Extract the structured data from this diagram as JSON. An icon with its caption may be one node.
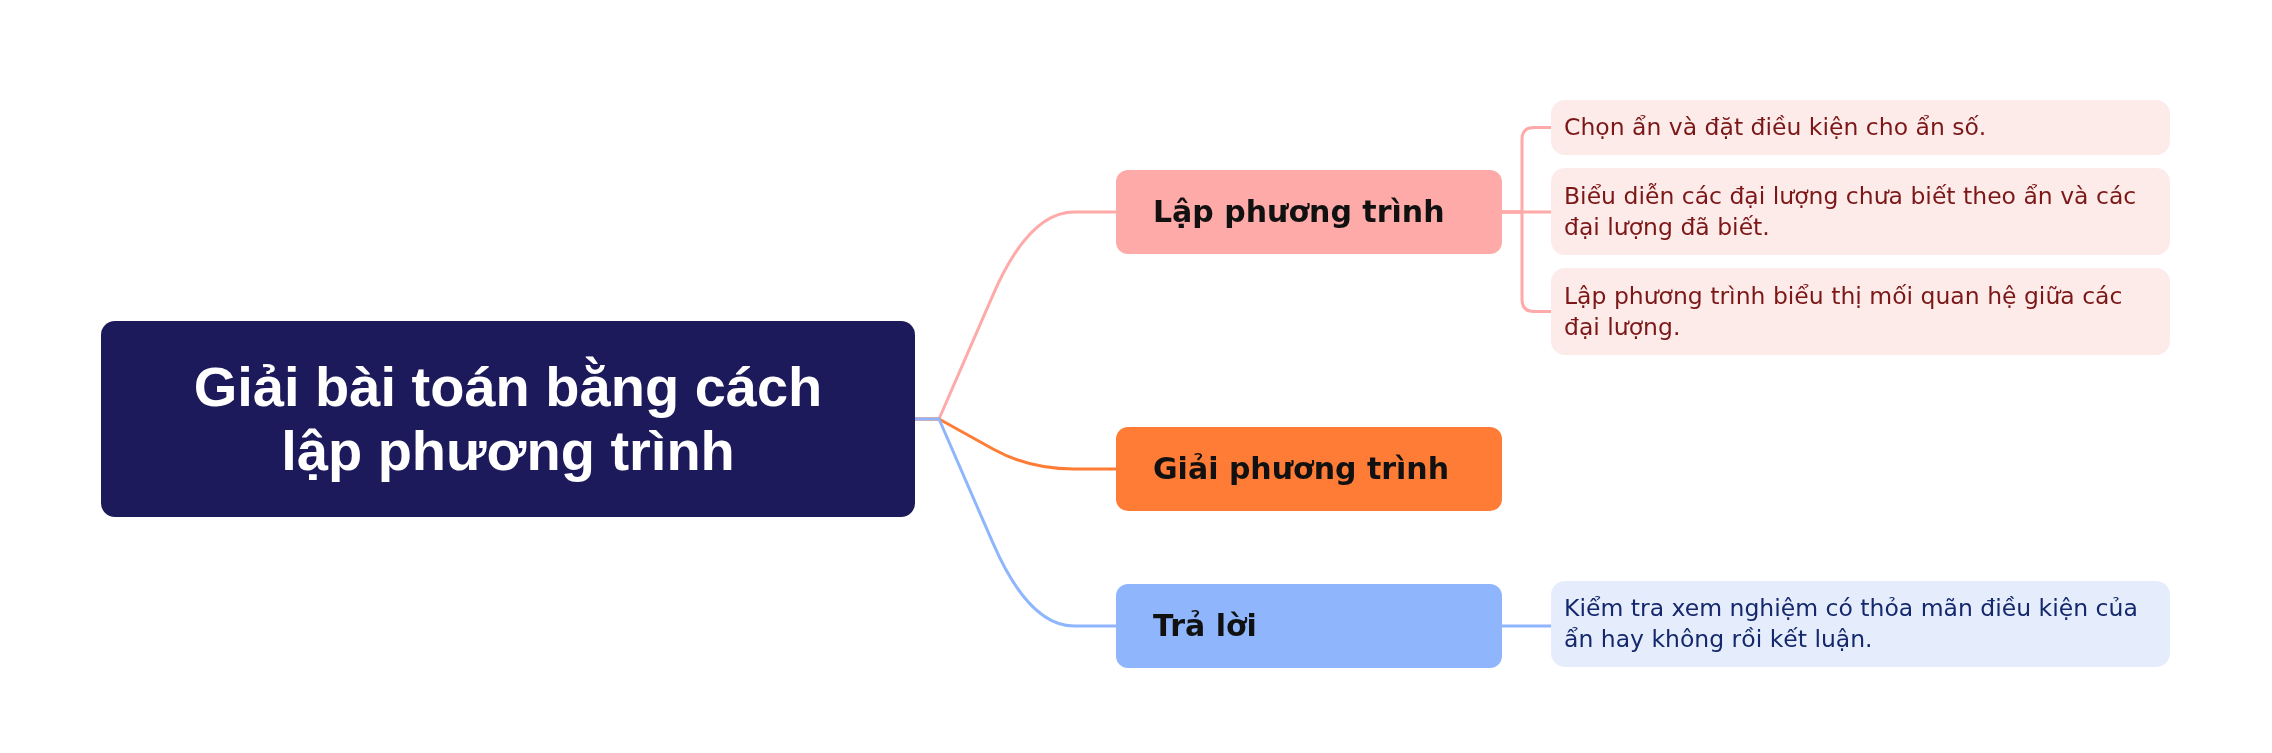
{
  "diagram": {
    "nodes": [
      {
        "text": [
          "Giải bài toán bằng cách lập phương trình"
        ]
      },
      {
        "text": [
          "Lập phương trình"
        ]
      },
      {
        "text": [
          "Chọn ẩn và đặt điều kiện cho ẩn số."
        ]
      },
      {
        "text": [
          "Biểu diễn các đại lượng chưa biết theo ẩn và các đại lượng đã biết."
        ]
      },
      {
        "text": [
          "Lập phương trình biểu thị mối quan hệ giữa các đại lượng."
        ]
      },
      {
        "text": [
          "Giải phương trình"
        ]
      },
      {
        "text": [
          "Trả lời"
        ]
      },
      {
        "text": [
          "Kiểm tra xem nghiệm có thỏa mãn điều kiện của ẩn hay không rồi kết luận."
        ]
      }
    ],
    "edges": [
      {
        "from": 0,
        "to": 1,
        "arrow": "none"
      },
      {
        "from": 1,
        "to": 2,
        "arrow": "none"
      },
      {
        "from": 1,
        "to": 3,
        "arrow": "none"
      },
      {
        "from": 1,
        "to": 4,
        "arrow": "none"
      },
      {
        "from": 0,
        "to": 5,
        "arrow": "none",
        "color": "#fe7c35"
      },
      {
        "from": 0,
        "to": 6,
        "arrow": "none",
        "color": "#8fb6fd"
      },
      {
        "from": 6,
        "to": 7,
        "arrow": "none",
        "color": "#8fb6fd"
      }
    ]
  }
}
